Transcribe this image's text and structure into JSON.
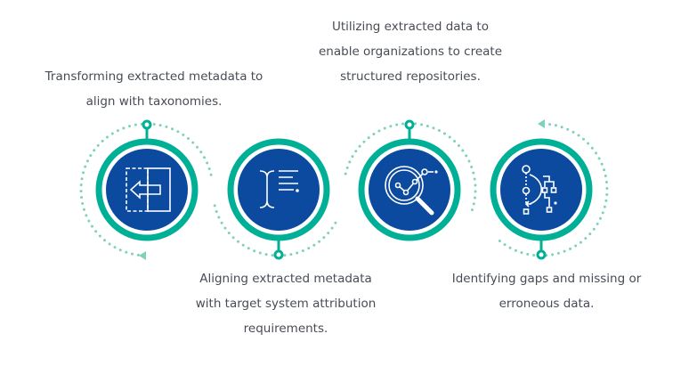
{
  "colors": {
    "blue": "#0b4a9e",
    "teal": "#00b096",
    "dots": "#7fd0bd",
    "text": "#474c55"
  },
  "steps": [
    {
      "icon": "transform-arrow-icon",
      "caption": [
        "Transforming extracted metadata to",
        "align with taxonomies."
      ]
    },
    {
      "icon": "text-cursor-list-icon",
      "caption": [
        "Aligning extracted metadata",
        "with target system attribution",
        "requirements."
      ]
    },
    {
      "icon": "magnifier-chart-icon",
      "caption": [
        "Utilizing extracted data to",
        "enable organizations to create",
        "structured repositories."
      ]
    },
    {
      "icon": "hierarchy-flow-icon",
      "caption": [
        "Identifying gaps and missing or",
        "erroneous data."
      ]
    }
  ]
}
